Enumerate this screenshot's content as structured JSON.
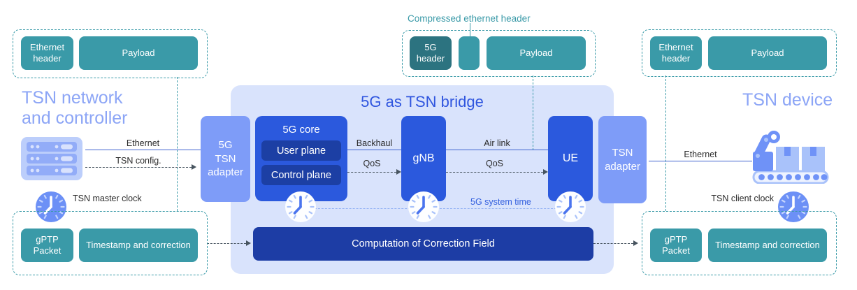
{
  "titles": {
    "left": "TSN network and controller",
    "bridge": "5G as TSN bridge",
    "right": "TSN device"
  },
  "packets": {
    "top_left": {
      "boxes": [
        {
          "label": "Ethernet header"
        },
        {
          "label": "Payload"
        }
      ]
    },
    "top_middle": {
      "caption": "Compressed ethernet header",
      "boxes": [
        {
          "label": "5G header"
        },
        {
          "label": ""
        },
        {
          "label": "Payload"
        }
      ]
    },
    "top_right": {
      "boxes": [
        {
          "label": "Ethernet header"
        },
        {
          "label": "Payload"
        }
      ]
    },
    "bottom_left": {
      "boxes": [
        {
          "label": "gPTP Packet"
        },
        {
          "label": "Timestamp and correction"
        }
      ]
    },
    "bottom_right": {
      "boxes": [
        {
          "label": "gPTP Packet"
        },
        {
          "label": "Timestamp and correction"
        }
      ]
    }
  },
  "bridge": {
    "adapter_left": "5G\nTSN\nadapter",
    "core": {
      "title": "5G core",
      "user_plane": "User plane",
      "control_plane": "Control plane"
    },
    "gnb": "gNB",
    "ue": "UE",
    "adapter_right": "TSN\nadapter",
    "computation": "Computation of Correction Field",
    "system_time": "5G system time"
  },
  "links": {
    "ethernet_left": "Ethernet",
    "tsn_config": "TSN config.",
    "backhaul": "Backhaul",
    "qos_core_gnb": "QoS",
    "air_link": "Air link",
    "qos_gnb_ue": "QoS",
    "ethernet_right": "Ethernet"
  },
  "clocks": {
    "master": "TSN master clock",
    "client": "TSN client clock"
  },
  "colors": {
    "teal": "#3a9aa8",
    "teal_dark": "#2c7380",
    "royal_blue": "#2b59dd",
    "inner_plane_blue": "#1c3fa4",
    "navy_bar": "#1d3da5",
    "periwinkle": "#7e9cf8",
    "bridge_container": "#d9e3fc",
    "bridge_title_blue": "#3056df",
    "soft_title_blue": "#8ca5f6",
    "system_time_blue": "#3460de"
  }
}
